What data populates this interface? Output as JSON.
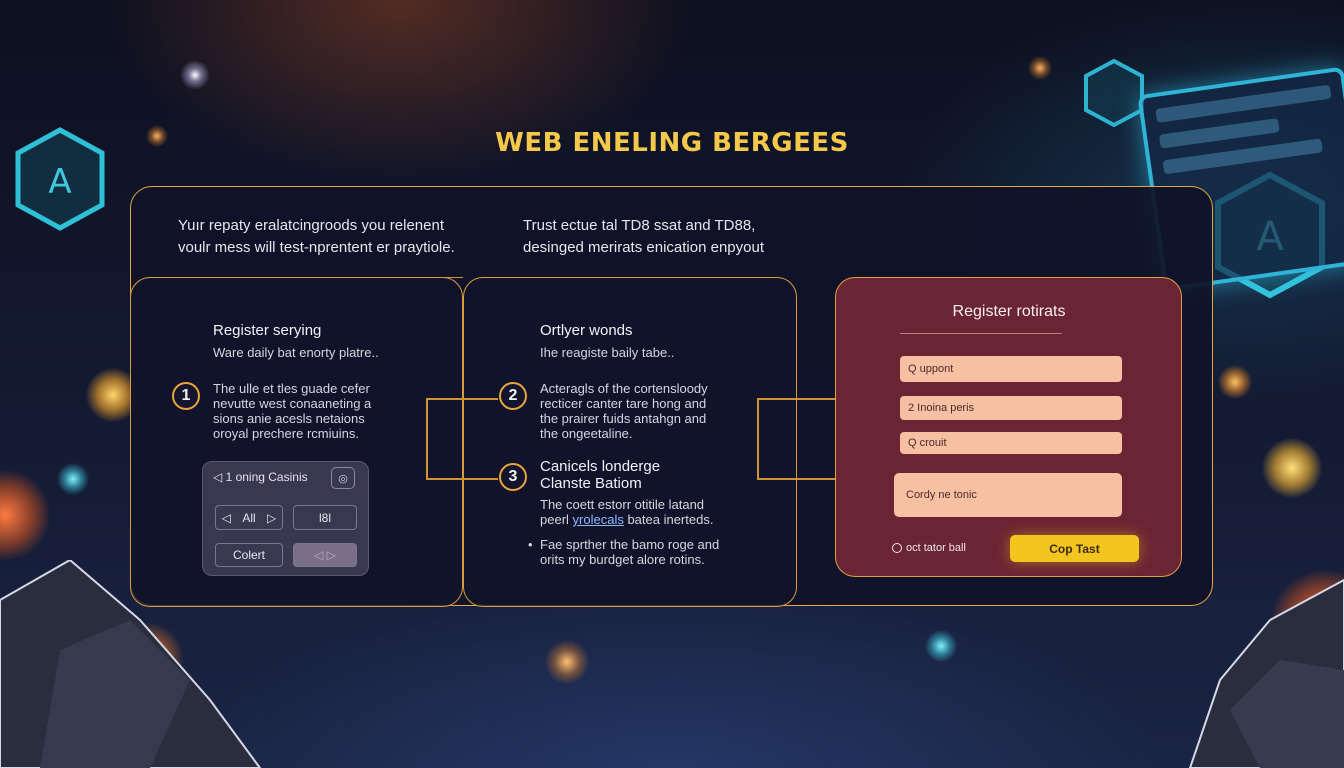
{
  "title": "WEB ENELING BERGEES",
  "intro": {
    "left_line1": "Yuır repaty eralatcingroods you relenent",
    "left_line2": "voulr mess will test-nprentent er praytiole.",
    "right_line1": "Trust ectue tal TD8 ssat and TD88,",
    "right_line2": "desinged merirats enication enpyout"
  },
  "panel1": {
    "heading": "Register serying",
    "sub": "Ware daily bat enorty platre..",
    "step_number": "1",
    "step_lines": [
      "The ulle et tles guade cefer",
      "nevutte west conaaneting a",
      "sions anie acesls netaions",
      "oroyal prechere rcmiuins."
    ],
    "widget": {
      "header": "◁ 1 oning Casinis",
      "icon_glyph": "◎",
      "nav_left": "◁",
      "nav_label": "All",
      "nav_right": "▷",
      "value": "l8l",
      "button": "Colert",
      "toggle": "◁ ▷"
    }
  },
  "panel2": {
    "heading": "Ortlyer wonds",
    "sub": "Ihe reagiste baily tabe..",
    "step2_number": "2",
    "step2_lines": [
      "Acteragls of the cortensloody",
      "recticer canter tare hong and",
      "the prairer fuids antahgn and",
      "the ongeetaline."
    ],
    "step3_number": "3",
    "step3_heading_line1": "Canicels londerge",
    "step3_heading_line2": "Clanste Batiom",
    "step3_line1": "The coett estorr otitile latand",
    "step3_line2_a": "peerl ",
    "step3_line2_link": "yrolecals",
    "step3_line2_b": " batea inerteds.",
    "bullet_line1": "Fae sprther the bamo roge and",
    "bullet_line2": "orits my burdget alore rotins."
  },
  "register": {
    "title": "Register rotirats",
    "inputs": [
      "Q  uppont",
      "2  Inoina peris",
      "Q  crouit"
    ],
    "textarea": "Cordy ne tonic",
    "radio_label": "oct tator ball",
    "cta": "Cop Tast"
  },
  "colors": {
    "accent": "#f4c84a",
    "border": "#e2a83a",
    "register_bg": "#6b2434",
    "input_bg": "#f7c0a2",
    "cta_bg": "#f4c51e"
  }
}
